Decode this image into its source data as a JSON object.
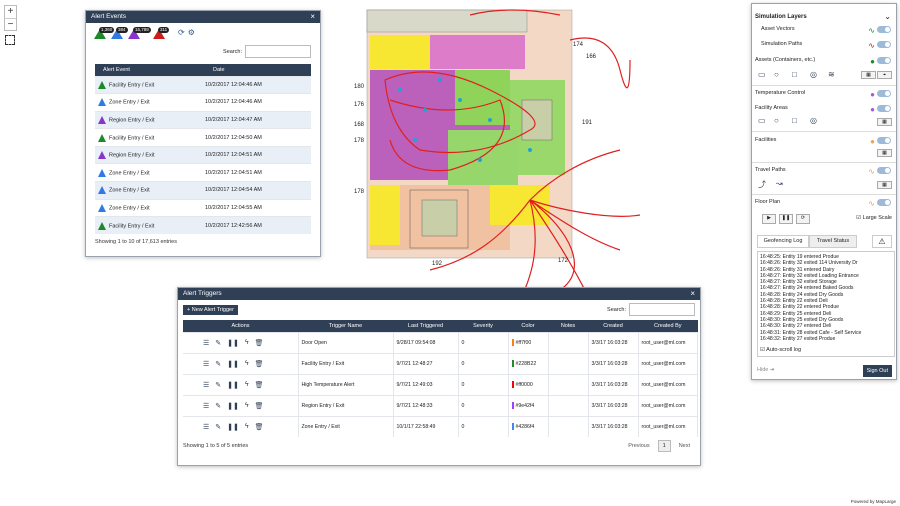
{
  "zoom": {
    "in": "+",
    "out": "−"
  },
  "alert_events": {
    "title": "Alert Events",
    "close": "×",
    "badges": [
      {
        "count": "1,360",
        "color": "#1d8a2a"
      },
      {
        "count": "384",
        "color": "#2f7ae5"
      },
      {
        "count": "15,789",
        "color": "#8a35c9"
      },
      {
        "count": "311",
        "color": "#d01b1b"
      }
    ],
    "search_label": "Search:",
    "headers": [
      "Alert Event",
      "Date"
    ],
    "rows": [
      {
        "event": "Facility Entry / Exit",
        "date": "10/2/2017 12:04:46 AM",
        "color": "#1d8a2a"
      },
      {
        "event": "Zone Entry / Exit",
        "date": "10/2/2017 12:04:46 AM",
        "color": "#2f7ae5"
      },
      {
        "event": "Region Entry / Exit",
        "date": "10/2/2017 12:04:47 AM",
        "color": "#8a35c9"
      },
      {
        "event": "Facility Entry / Exit",
        "date": "10/2/2017 12:04:50 AM",
        "color": "#1d8a2a"
      },
      {
        "event": "Region Entry / Exit",
        "date": "10/2/2017 12:04:51 AM",
        "color": "#8a35c9"
      },
      {
        "event": "Zone Entry / Exit",
        "date": "10/2/2017 12:04:51 AM",
        "color": "#2f7ae5"
      },
      {
        "event": "Zone Entry / Exit",
        "date": "10/2/2017 12:04:54 AM",
        "color": "#2f7ae5"
      },
      {
        "event": "Zone Entry / Exit",
        "date": "10/2/2017 12:04:55 AM",
        "color": "#2f7ae5"
      },
      {
        "event": "Facility Entry / Exit",
        "date": "10/2/2017 12:42:56 AM",
        "color": "#1d8a2a"
      }
    ],
    "footer": "Showing 1 to 10 of 17,613 entries"
  },
  "map_labels": [
    "174",
    "166",
    "180",
    "176",
    "168",
    "178",
    "191",
    "178",
    "172",
    "192"
  ],
  "alert_triggers": {
    "title": "Alert Triggers",
    "close": "×",
    "new_button": "+ New Alert Trigger",
    "search_label": "Search:",
    "headers": [
      "Actions",
      "Trigger Name",
      "Last Triggered",
      "Severity",
      "Color",
      "Notes",
      "Created",
      "Created By"
    ],
    "rows": [
      {
        "name": "Door Open",
        "last": "9/28/17 09:54:08",
        "severity": "0",
        "color": "#ff7f00",
        "created": "3/3/17 16:03:28",
        "by": "root_user@ml.com"
      },
      {
        "name": "Facility Entry / Exit",
        "last": "9/7/21 12:48:27",
        "severity": "0",
        "color": "#228B22",
        "created": "3/3/17 16:03:28",
        "by": "root_user@ml.com"
      },
      {
        "name": "High Temperature Alert",
        "last": "9/7/21 12:49:03",
        "severity": "0",
        "color": "#ff0000",
        "created": "3/3/17 16:03:28",
        "by": "root_user@ml.com"
      },
      {
        "name": "Region Entry / Exit",
        "last": "9/7/21 12:48:33",
        "severity": "0",
        "color": "#9e42f4",
        "created": "3/3/17 16:03:28",
        "by": "root_user@ml.com"
      },
      {
        "name": "Zone Entry / Exit",
        "last": "10/1/17 22:58:49",
        "severity": "0",
        "color": "#4286f4",
        "created": "3/3/17 16:03:28",
        "by": "root_user@ml.com"
      }
    ],
    "footer": "Showing 1 to 5 of 5 entries",
    "pager": {
      "prev": "Previous",
      "page": "1",
      "next": "Next"
    }
  },
  "sim": {
    "title": "Simulation Layers",
    "asset_vectors": "Asset Vectors",
    "simulation_paths": "Simulation Paths",
    "assets": "Assets (Containers, etc.)",
    "temperature": "Temperature Control",
    "facility_areas": "Facility Areas",
    "facilities": "Facilities",
    "travel_paths": "Travel Paths",
    "floor_plan": "Floor Plan",
    "large_scale": "Large Scale",
    "tab_geofence": "Geofencing Log",
    "tab_travel": "Travel Status",
    "log": [
      "16:48:25: Entity 19 entered Produe",
      "16:48:26: Entity 32 exited 114 University Dr",
      "16:48:26: Entity 31 entered Dairy",
      "16:48:27: Entity 32 exited Loading Entrance",
      "16:48:27: Entity 32 exited Storage",
      "16:48:27: Entity 24 entered Baked Goods",
      "16:48:28: Entity 24 exited Dry Goods",
      "16:48:28: Entity 22 exited Deli",
      "16:48:28: Entity 22 entered Produe",
      "16:48:29: Entity 25 entered Deli",
      "16:48:30: Entity 25 exited Dry Goods",
      "16:48:30: Entity 27 entered Deli",
      "16:48:31: Entity 28 exited Cafe - Self Service",
      "16:48:32: Entity 27 exited Produe"
    ],
    "autoscroll": "Auto-scroll log",
    "hide": "Hide",
    "signout": "Sign Out"
  },
  "powered": "Powered by MapLarge"
}
